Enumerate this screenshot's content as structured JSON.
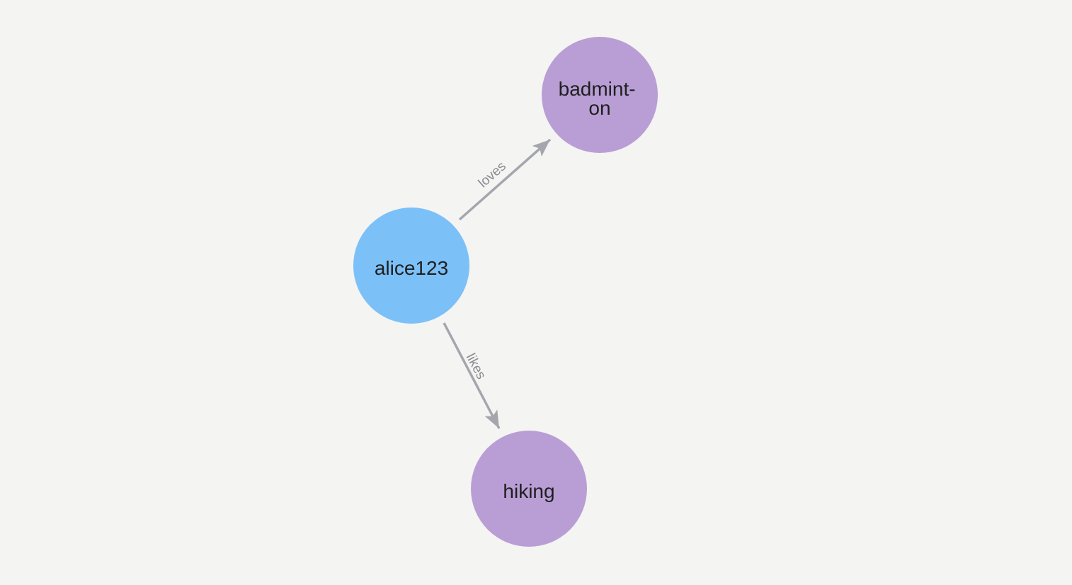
{
  "canvas": {
    "background_color": "#f4f4f2"
  },
  "graph": {
    "nodes": [
      {
        "id": "alice123",
        "label": "alice123",
        "label_lines": [
          "alice123"
        ],
        "type": "person",
        "color": "#7cc0f8"
      },
      {
        "id": "badminton",
        "label": "badminton",
        "label_lines": [
          "badmint-",
          "on"
        ],
        "type": "hobby",
        "color": "#b99ed5"
      },
      {
        "id": "hiking",
        "label": "hiking",
        "label_lines": [
          "hiking"
        ],
        "type": "hobby",
        "color": "#b99ed5"
      }
    ],
    "edges": [
      {
        "from": "alice123",
        "to": "badminton",
        "label": "loves"
      },
      {
        "from": "alice123",
        "to": "hiking",
        "label": "likes"
      }
    ]
  },
  "colors": {
    "person_node": "#7cc0f8",
    "hobby_node": "#b99ed5",
    "edge": "#a5a6ad",
    "edge_label_text": "#8b8b90",
    "node_label_text": "#1f1f1f"
  }
}
